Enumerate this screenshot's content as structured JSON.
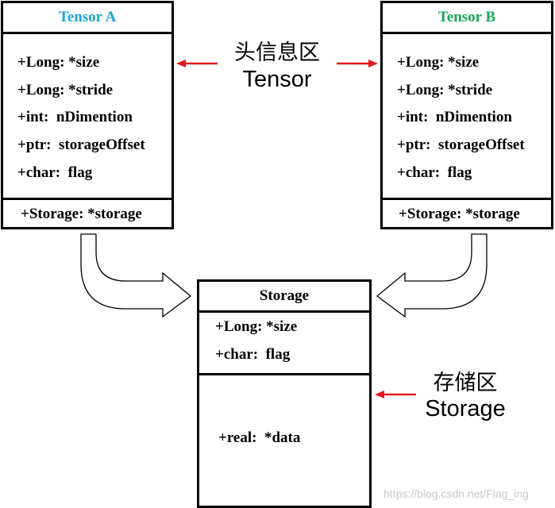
{
  "tensor_a": {
    "title": "Tensor A",
    "title_color": "#1aa3d9",
    "fields": [
      "+Long: *size",
      "+Long: *stride",
      "+int:  nDimention",
      "+ptr:  storageOffset",
      "+char:  flag"
    ],
    "storage_field": "+Storage: *storage"
  },
  "tensor_b": {
    "title": "Tensor B",
    "title_color": "#1aa55a",
    "fields": [
      "+Long: *size",
      "+Long: *stride",
      "+int:  nDimention",
      "+ptr:  storageOffset",
      "+char:  flag"
    ],
    "storage_field": "+Storage: *storage"
  },
  "storage": {
    "title": "Storage",
    "fields": [
      "+Long: *size",
      "+char:  flag"
    ],
    "data_field": "+real:  *data"
  },
  "header_zone": {
    "label_cn": "头信息区",
    "label_en": "Tensor"
  },
  "storage_zone": {
    "label_cn": "存储区",
    "label_en": "Storage"
  },
  "watermark": "https://blog.csdn.net/Flag_ing",
  "colors": {
    "pointer_arrow": "#e0191f",
    "border": "#000000"
  }
}
